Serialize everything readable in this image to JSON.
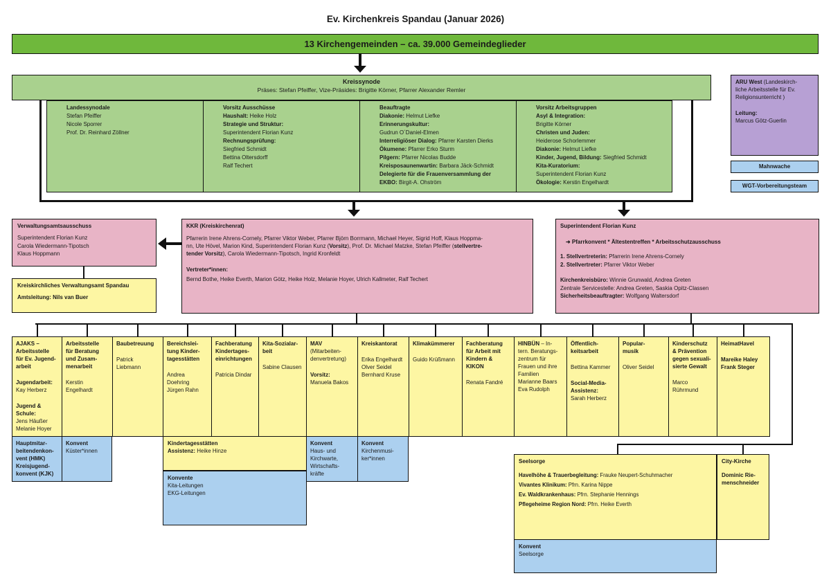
{
  "title": "Ev. Kirchenkreis Spandau (Januar 2026)",
  "top_banner": "13 Kirchengemeinden – ca. 39.000 Gemeindeglieder",
  "kreissynode": {
    "heading": "Kreissynode",
    "subtitle": "Präses: Stefan Pfeiffer, Vize-Präsides: Brigitte Körner, Pfarrer Alexander Remler",
    "landessynodale": {
      "heading": "Landessynodale",
      "members": "Stefan Pfeiffer\nNicole Sporrer\nProf. Dr. Reinhard Zöllner"
    },
    "ausschuesse": {
      "heading": "Vorsitz Ausschüsse",
      "haushalt_label": "Haushalt:",
      "haushalt_value": " Heike Holz",
      "strategie_label": "Strategie und Struktur:",
      "strategie_value": "Superintendent Florian Kunz",
      "rechnung_label": "Rechnungsprüfung:",
      "rechnung_value": "Siegfried Schmidt\nBettina Oltersdorff\nRalf Techert"
    },
    "beauftragte": {
      "heading": "Beauftragte",
      "rows": [
        {
          "label": "Diakonie:",
          "value": " Helmut Liefke"
        },
        {
          "label": "Erinnerungskultur:",
          "value": ""
        },
        {
          "label": "",
          "value": "Gudrun O´Daniel-Elmen"
        },
        {
          "label": "Interreligiöser Dialog:",
          "value": "  Pfarrer Karsten Dierks"
        },
        {
          "label": "Ökumene:",
          "value": " Pfarrer Erko Sturm"
        },
        {
          "label": "Pilgern:",
          "value": " Pfarrer Nicolas Budde"
        },
        {
          "label": "Kreisposaunenwartin:",
          "value": " Barbara Jäck-Schmidt"
        },
        {
          "label": "Delegierte für die Frauenversammlung der",
          "value": ""
        },
        {
          "label": "EKBO:",
          "value": " Birgit-A. Ohström"
        }
      ]
    },
    "arbeitsgruppen": {
      "heading": "Vorsitz Arbeitsgruppen",
      "rows": [
        {
          "label": "Asyl & Integration:",
          "value": ""
        },
        {
          "label": "",
          "value": "Brigitte Körner"
        },
        {
          "label": "Christen und Juden:",
          "value": ""
        },
        {
          "label": "",
          "value": "Heiderose Schorlemmer"
        },
        {
          "label": "Diakonie:",
          "value": " Helmut Liefke"
        },
        {
          "label": "Kinder, Jugend, Bildung:",
          "value": " Siegfried Schmidt"
        },
        {
          "label": "Kita-Kuratorium:",
          "value": ""
        },
        {
          "label": "",
          "value": "Superintendent Florian Kunz"
        },
        {
          "label": "Ökologie:",
          "value": " Kerstin Engelhardt"
        }
      ]
    }
  },
  "aru_west": {
    "heading": "ARU West",
    "desc": " (Landeskirch-\nliche Arbeitsstelle für Ev.\nReligionsunterricht )",
    "leitung_label": "Leitung:",
    "leitung_value": "Marcus Götz-Guerlin"
  },
  "mahnwache": "Mahnwache",
  "wgt": "WGT-Vorbereitungsteam",
  "verwaltungsamtsausschuss": {
    "heading": "Verwaltungsamtsausschuss",
    "members": "Superintendent Florian Kunz\nCarola Wiedermann-Tipotsch\nKlaus Hoppmann"
  },
  "verwaltungsamt": {
    "heading": "Kreiskirchliches Verwaltungsamt Spandau",
    "leitung": "Amtsleitung:  Nils van Buer"
  },
  "kkr": {
    "heading": "KKR (Kreiskirchenrat)",
    "members_a": "Pfarrerin Irene Ahrens-Cornely, Pfarrer Viktor Weber, Pfarrer Björn Borrmann, Michael Heyer, Sigrid Hoff, Klaus Hoppma-\nnn, Ute Hövel, Marion Kind, Superintendent Florian Kunz (",
    "members_b": "Vorsitz",
    "members_c": "), Prof. Dr. Michael Matzke, Stefan Pfeiffer (",
    "members_d": "stellvertre-\ntender Vorsitz",
    "members_e": "), Carola Wiedermann-Tipotsch, Ingrid Kronfeldt",
    "vertreter_label": "Vertreter*innen:",
    "vertreter": "Bernd Bothe, Heike Everth, Marion Götz, Heike Holz, Melanie Hoyer, Ulrich Kallmeter, Ralf Techert"
  },
  "superintendent": {
    "heading": "Superintendent Florian Kunz",
    "konvent": "➜ Pfarrkonvent * Ältestentreffen * Arbeitsschutzausschuss",
    "s1_label": "1. Stellvertreterin:",
    "s1_value": " Pfarrerin Irene Ahrens-Cornely",
    "s2_label": "2. Stellvertreter:",
    "s2_value": "  Pfarrer Viktor Weber",
    "buero_label": "Kirchenkreisbüro:",
    "buero_value": " Winnie Grunwald, Andrea Greten",
    "service": "Zentrale Servicestelle: Andrea Greten, Saskia Opitz-Classen",
    "sicher_label": "Sicherheitsbeauftragter:",
    "sicher_value": " Wolfgang Waltersdorf"
  },
  "departments": [
    {
      "heading": "AJAKS –\nArbeitsstelle\nfür Ev. Jugend-\narbeit",
      "body": "",
      "extra": [
        {
          "label": "Jugendarbeit:",
          "value": "\nKay Herberz"
        },
        {
          "label": "Jugend &\nSchule:",
          "value": "\nJens Häußer\nMelanie Hoyer"
        }
      ]
    },
    {
      "heading": "Arbeitsstelle\nfür Beratung\nund Zusam-\nmenarbeit",
      "body": "Kerstin\nEngelhardt",
      "extra": []
    },
    {
      "heading": "Baubetreuung",
      "body": "Patrick\nLiebmann",
      "extra": []
    },
    {
      "heading": "Bereichslei-\ntung Kinder-\ntagesstätten",
      "body": "Andrea\nDoehring\nJürgen Rahn",
      "extra": []
    },
    {
      "heading": "Fachberatung\nKindertages-\neinrichtungen",
      "body": "Patricia Dindar",
      "extra": []
    },
    {
      "heading": "Kita-Sozialar-\nbeit",
      "body": "Sabine Clausen",
      "extra": []
    },
    {
      "heading": "MAV",
      "body": "",
      "extra": [
        {
          "label": "",
          "value": "(Mitarbeiten-\ndenvertretung)"
        },
        {
          "label": "Vorsitz:",
          "value": "\nManuela Bakos"
        }
      ]
    },
    {
      "heading": "Kreiskantorat",
      "body": "Erika Engelhardt\nOlver Seidel\nBernhard Kruse",
      "extra": []
    },
    {
      "heading": "Klimakümmerer",
      "body": "Guido Krüßmann",
      "extra": []
    },
    {
      "heading": "Fachberatung\nfür Arbeit mit\nKindern &\nKIKON",
      "body": "Renata Fandré",
      "extra": []
    },
    {
      "heading": "HINBÜN",
      "body": "",
      "extra": [
        {
          "label": "",
          "value": " – In-\ntern. Beratungs-\nzentrum für\nFrauen und ihre\nFamilien\nMarianne Baars\nEva Rudolph"
        }
      ]
    },
    {
      "heading": "Öffentlich-\nkeitsarbeit",
      "body": "Bettina Kammer",
      "extra": [
        {
          "label": "Social-Media-\nAssistenz:",
          "value": "\nSarah Herberz"
        }
      ]
    },
    {
      "heading": "Popular-\nmusik",
      "body": "Oliver Seidel",
      "extra": []
    },
    {
      "heading": "Kinderschutz\n& Prävention\ngegen sexuali-\nsierte Gewalt",
      "body": "Marco\nRührmund",
      "extra": []
    },
    {
      "heading": "HeimatHavel",
      "body": "",
      "extra": [
        {
          "label": "Mareike Haley\nFrank Steger",
          "value": ""
        }
      ]
    }
  ],
  "sub": {
    "hmk": "Hauptmitar-\nbeitendenkon-\nvent (HMK)\nKreisjugend-\nkonvent (KJK)",
    "konvent_kuester_label": "Konvent",
    "konvent_kuester_value": "Küster*innen",
    "kita_label": "Kindertagesstätten",
    "kita_assist_label": "Assistenz:",
    "kita_assist_value": " Heike Hinze",
    "konvente_label": "Konvente",
    "konvente_value": "Kita-Leitungen\nEKG-Leitungen",
    "konvent_haus_label": "Konvent",
    "konvent_haus_value": "Haus- und\nKirchwarte,\nWirtschafts-\nkräfte",
    "konvent_musiker_label": "Konvent",
    "konvent_musiker_value": "Kirchenmusi-\nker*innen"
  },
  "seelsorge": {
    "heading": "Seelsorge",
    "rows": [
      {
        "label": "Havelhöhe & Trauerbegleitung:",
        "value": "  Frauke Neupert-Schuhmacher"
      },
      {
        "label": "Vivantes Klinikum:",
        "value": " Pfrn. Karina Nippe"
      },
      {
        "label": "Ev. Waldkrankenhaus:",
        "value": "  Pfrn. Stephanie Hennings"
      },
      {
        "label": "Pflegeheime Region Nord:",
        "value": " Pfrn. Heike Everth"
      }
    ],
    "konvent_label": "Konvent",
    "konvent_value": "Seelsorge"
  },
  "city_kirche": {
    "heading": "City-Kirche",
    "name": "Dominic Rie-\nmenschneider"
  }
}
